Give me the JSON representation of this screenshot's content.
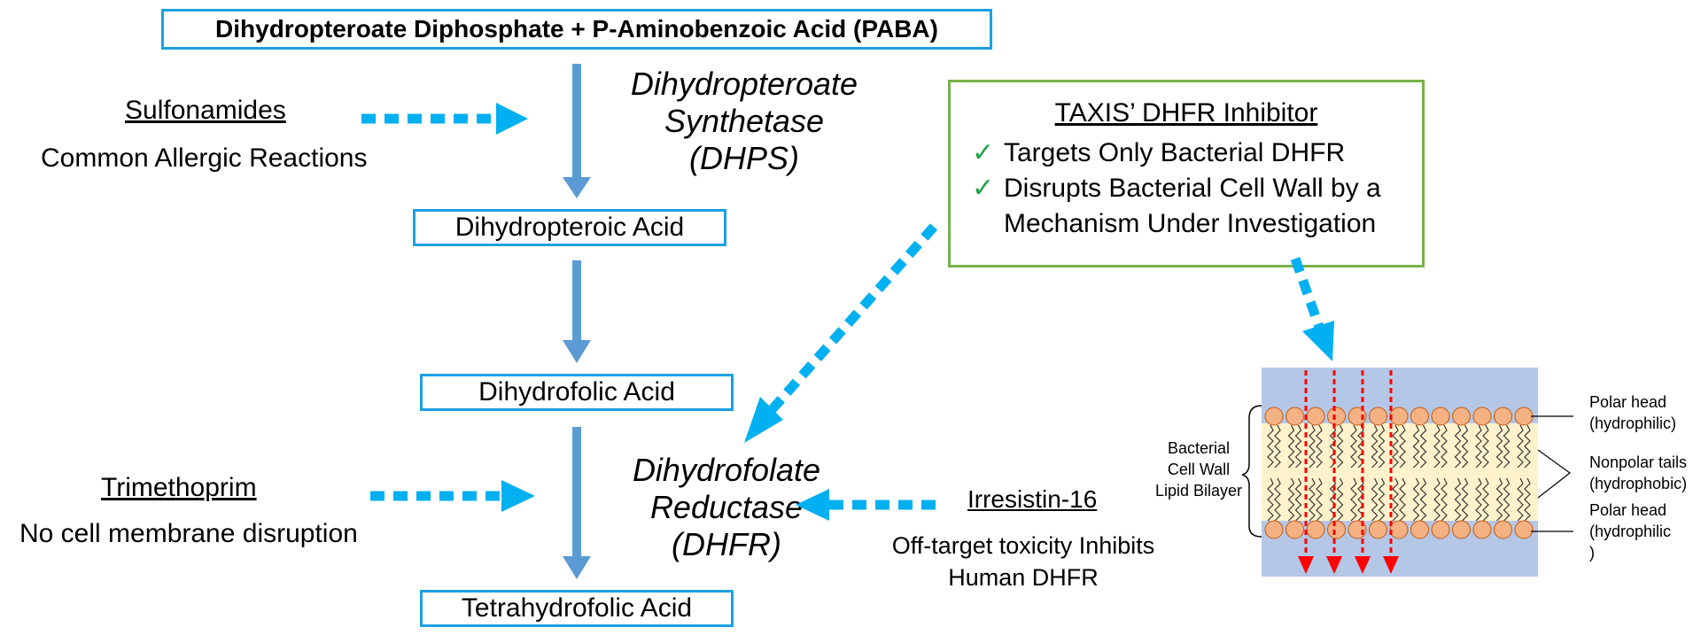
{
  "title_box": "Dihydropteroate Diphosphate + P-Aminobenzoic Acid (PABA)",
  "intermediates": {
    "dihydropteroic": "Dihydropteroic Acid",
    "dihydrofolic": "Dihydrofolic Acid",
    "tetrahydrofolic": "Tetrahydrofolic Acid"
  },
  "enzymes": {
    "dhps": [
      "Dihydropteroate",
      "Synthetase",
      "(DHPS)"
    ],
    "dhfr": [
      "Dihydrofolate",
      "Reductase",
      "(DHFR)"
    ]
  },
  "inhibitors": {
    "sulfonamides": {
      "name": "Sulfonamides",
      "note": "Common Allergic Reactions"
    },
    "trimethoprim": {
      "name": "Trimethoprim",
      "note": "No cell membrane disruption"
    },
    "irresistin": {
      "name": "Irresistin-16",
      "note_lines": [
        "Off-target toxicity Inhibits",
        "Human DHFR"
      ]
    }
  },
  "taxis_box": {
    "title": "TAXIS’ DHFR Inhibitor",
    "check": "✓",
    "items": [
      "Targets Only Bacterial DHFR",
      "Disrupts Bacterial Cell Wall by a",
      "Mechanism Under Investigation"
    ]
  },
  "membrane": {
    "left_label": [
      "Bacterial",
      "Cell Wall",
      "Lipid Bilayer"
    ],
    "polar_head_top": [
      "Polar head",
      "(hydrophilic)"
    ],
    "nonpolar_tails": [
      "Nonpolar tails",
      "(hydrophobic)"
    ],
    "polar_head_bottom": [
      "Polar head",
      "(hydrophilic",
      ")"
    ]
  },
  "colors": {
    "box_border": "#1ba1e2",
    "solid_arrow": "#5b9bd5",
    "dotted_arrow": "#00b0f0",
    "taxis_border": "#77b24a",
    "check": "#22a24a",
    "membrane_bg": "#b4c7e7",
    "tail_region": "#fff2cc",
    "head": "#f4b183",
    "disruption": "#ff0000"
  }
}
